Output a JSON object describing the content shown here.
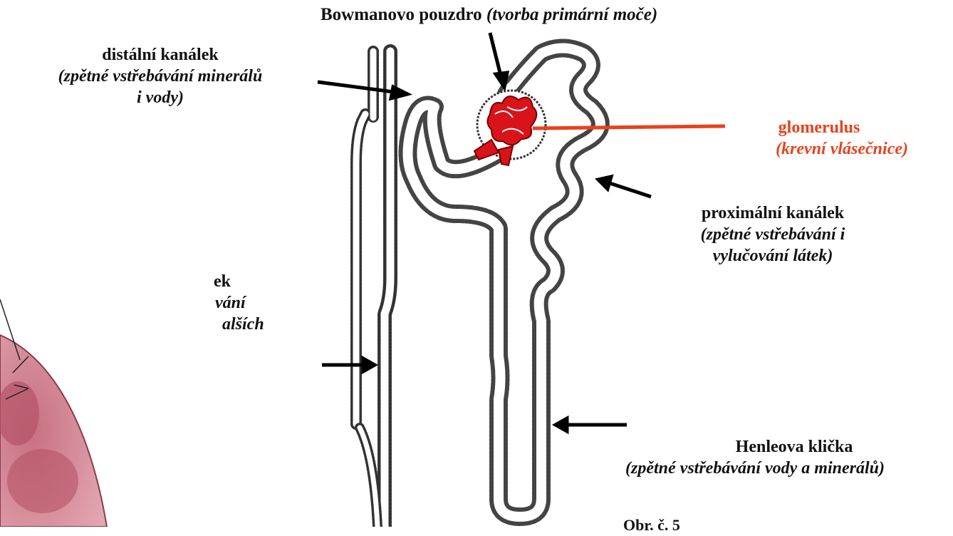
{
  "labels": {
    "bowman": {
      "title": "Bowmanovo pouzdro",
      "desc": "(tvorba primární moče)"
    },
    "distal": {
      "title": "distální kanálek",
      "desc1": "(zpětné vstřebávání minerálů",
      "desc2": "i vody)"
    },
    "glomerulus": {
      "title": "glomerulus",
      "desc": "(krevní vlásečnice)"
    },
    "proximal": {
      "title": "proximální kanálek",
      "desc1": "(zpětné vstřebávání i",
      "desc2": "vylučování látek)"
    },
    "collecting": {
      "title": "ek",
      "desc1": "vání",
      "desc2": "alších"
    },
    "henle": {
      "title": "Henleova klička",
      "desc": "(zpětné vstřebávání vody a minerálů)"
    },
    "footer": "Obr. č. 5"
  },
  "colors": {
    "glomerulus": "#e8421c",
    "capillary": "#d8141a",
    "organ": "#c96e80",
    "text": "#111111"
  }
}
